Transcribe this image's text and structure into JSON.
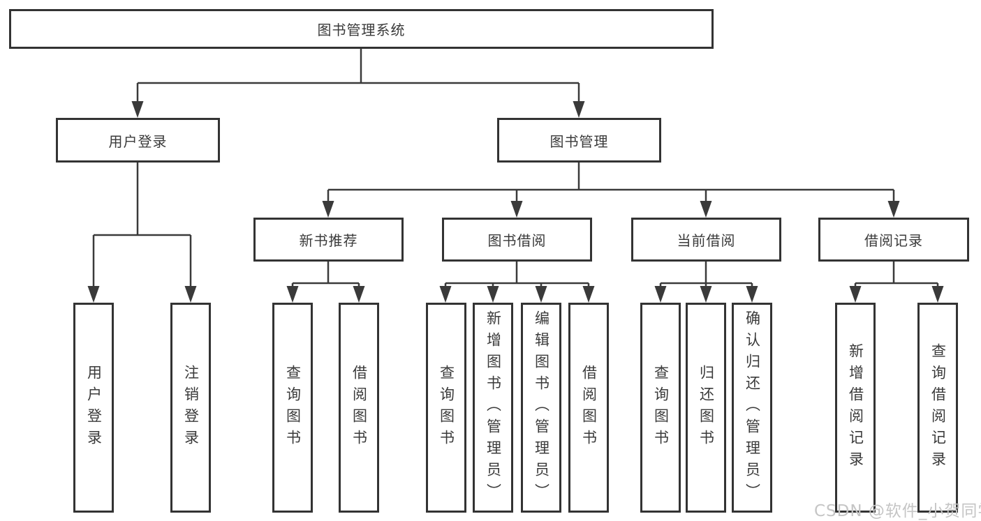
{
  "colors": {
    "line": "#3a3a3a",
    "box_border": "#333333",
    "text": "#3a3a3a",
    "watermark": "#c5c5c5"
  },
  "watermark": {
    "text": "CSDN @软件_小贺同学"
  },
  "tree": {
    "root": {
      "label": "图书管理系统"
    },
    "branches": [
      {
        "label": "用户登录",
        "children": [
          {
            "label": "用户登录"
          },
          {
            "label": "注销登录"
          }
        ]
      },
      {
        "label": "图书管理",
        "children": [
          {
            "label": "新书推荐",
            "children": [
              {
                "label": "查询图书"
              },
              {
                "label": "借阅图书"
              }
            ]
          },
          {
            "label": "图书借阅",
            "children": [
              {
                "label": "查询图书"
              },
              {
                "label": "新增图书（管理员）"
              },
              {
                "label": "编辑图书（管理员）"
              },
              {
                "label": "借阅图书"
              }
            ]
          },
          {
            "label": "当前借阅",
            "children": [
              {
                "label": "查询图书"
              },
              {
                "label": "归还图书"
              },
              {
                "label": "确认归还（管理员）"
              }
            ]
          },
          {
            "label": "借阅记录",
            "children": [
              {
                "label": "新增借阅记录"
              },
              {
                "label": "查询借阅记录"
              }
            ]
          }
        ]
      }
    ]
  }
}
